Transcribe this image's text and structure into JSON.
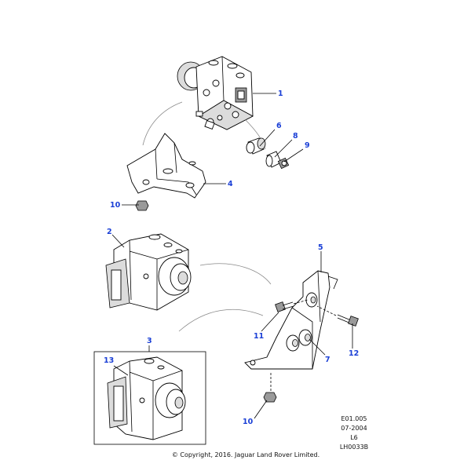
{
  "callouts": {
    "c1": "1",
    "c2": "2",
    "c3": "3",
    "c4": "4",
    "c5": "5",
    "c6": "6",
    "c7": "7",
    "c8": "8",
    "c9": "9",
    "c10a": "10",
    "c10b": "10",
    "c11": "11",
    "c12": "12",
    "c13": "13"
  },
  "reference": {
    "code": "E01.005",
    "date": "07-2004",
    "model": "L6",
    "drawing": "LH0033B"
  },
  "copyright": "© Copyright, 2016. Jaguar Land Rover Limited.",
  "colors": {
    "callout": "#1a3fd6",
    "line": "#000000",
    "shade": "#dcdcdc"
  }
}
